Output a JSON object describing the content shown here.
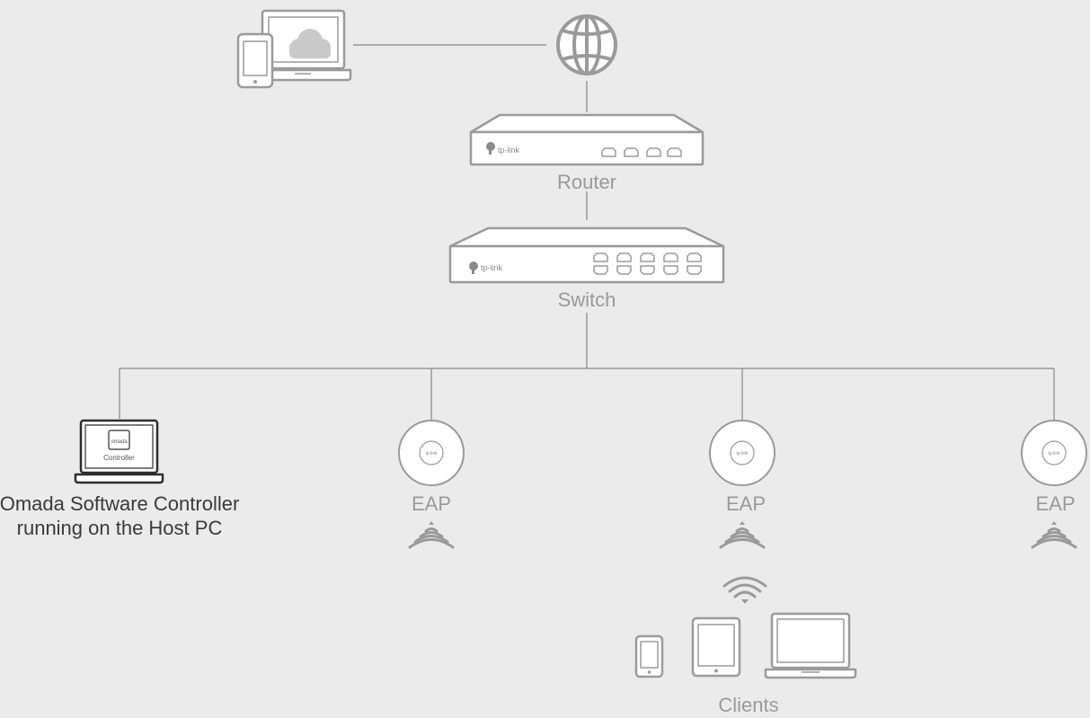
{
  "router": {
    "label": "Router",
    "brand": "tp-link"
  },
  "switch": {
    "label": "Switch",
    "brand": "tp-link"
  },
  "controller": {
    "screen_text": "Controller",
    "logo_text": "omada",
    "label_line1": "Omada Software Controller",
    "label_line2": "running on the Host PC"
  },
  "eaps": [
    {
      "label": "EAP",
      "brand": "tp-link"
    },
    {
      "label": "EAP",
      "brand": "tp-link"
    },
    {
      "label": "EAP",
      "brand": "tp-link"
    }
  ],
  "clients": {
    "label": "Clients"
  },
  "icons": {
    "internet": "globe-icon",
    "cloud": "cloud-icon",
    "wifi": "wifi-icon",
    "phone": "phone-icon",
    "tablet": "tablet-icon",
    "laptop": "laptop-icon"
  },
  "colors": {
    "background": "#ebebeb",
    "device_stroke": "#9a9a9a",
    "device_fill": "#ffffff",
    "controller_stroke": "#2d2d2d",
    "label_gray": "#9a9a9a",
    "label_dark": "#3a3a3a"
  }
}
